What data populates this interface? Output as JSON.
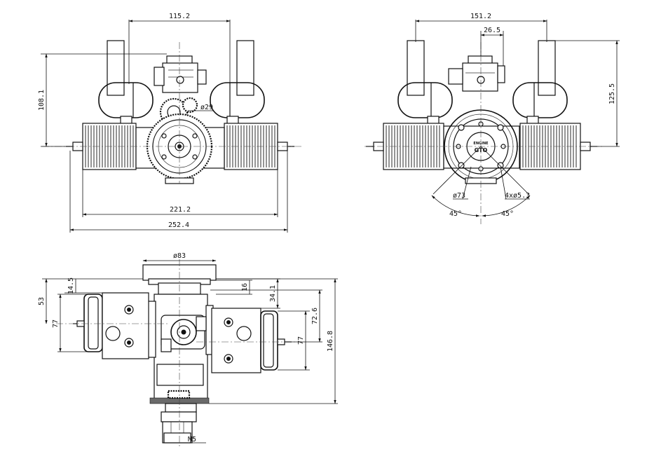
{
  "front_view": {
    "dim_ports_spacing": "115.2",
    "dim_height": "108.1",
    "dim_carb_dia": "ø29",
    "dim_crankcase_width": "221.2",
    "dim_overall_width": "252.4"
  },
  "rear_view": {
    "dim_ports_spacing": "151.2",
    "dim_carb_offset": "26.5",
    "dim_height": "125.5",
    "dim_bolt_circle": "ø73",
    "dim_mount_holes": "4xø5.3",
    "dim_angle_left": "45°",
    "dim_angle_right": "45°",
    "hub_text_top": "ENGINE",
    "hub_text_logo": "GTO"
  },
  "side_view": {
    "dim_mount_dia": "ø83",
    "dim_14_5": "14.5",
    "dim_16": "16",
    "dim_53": "53",
    "dim_34_1": "34.1",
    "dim_77_left": "77",
    "dim_72_6": "72.6",
    "dim_77_right": "77",
    "dim_146_8": "146.8",
    "dim_thread": "M5"
  }
}
